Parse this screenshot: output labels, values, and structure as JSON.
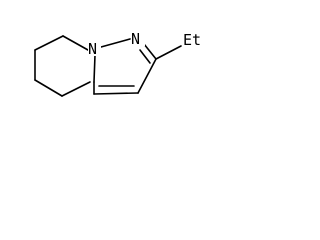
{
  "molecule": {
    "atoms": {
      "n1": "N",
      "n2": "N",
      "substituent": "Et"
    }
  }
}
